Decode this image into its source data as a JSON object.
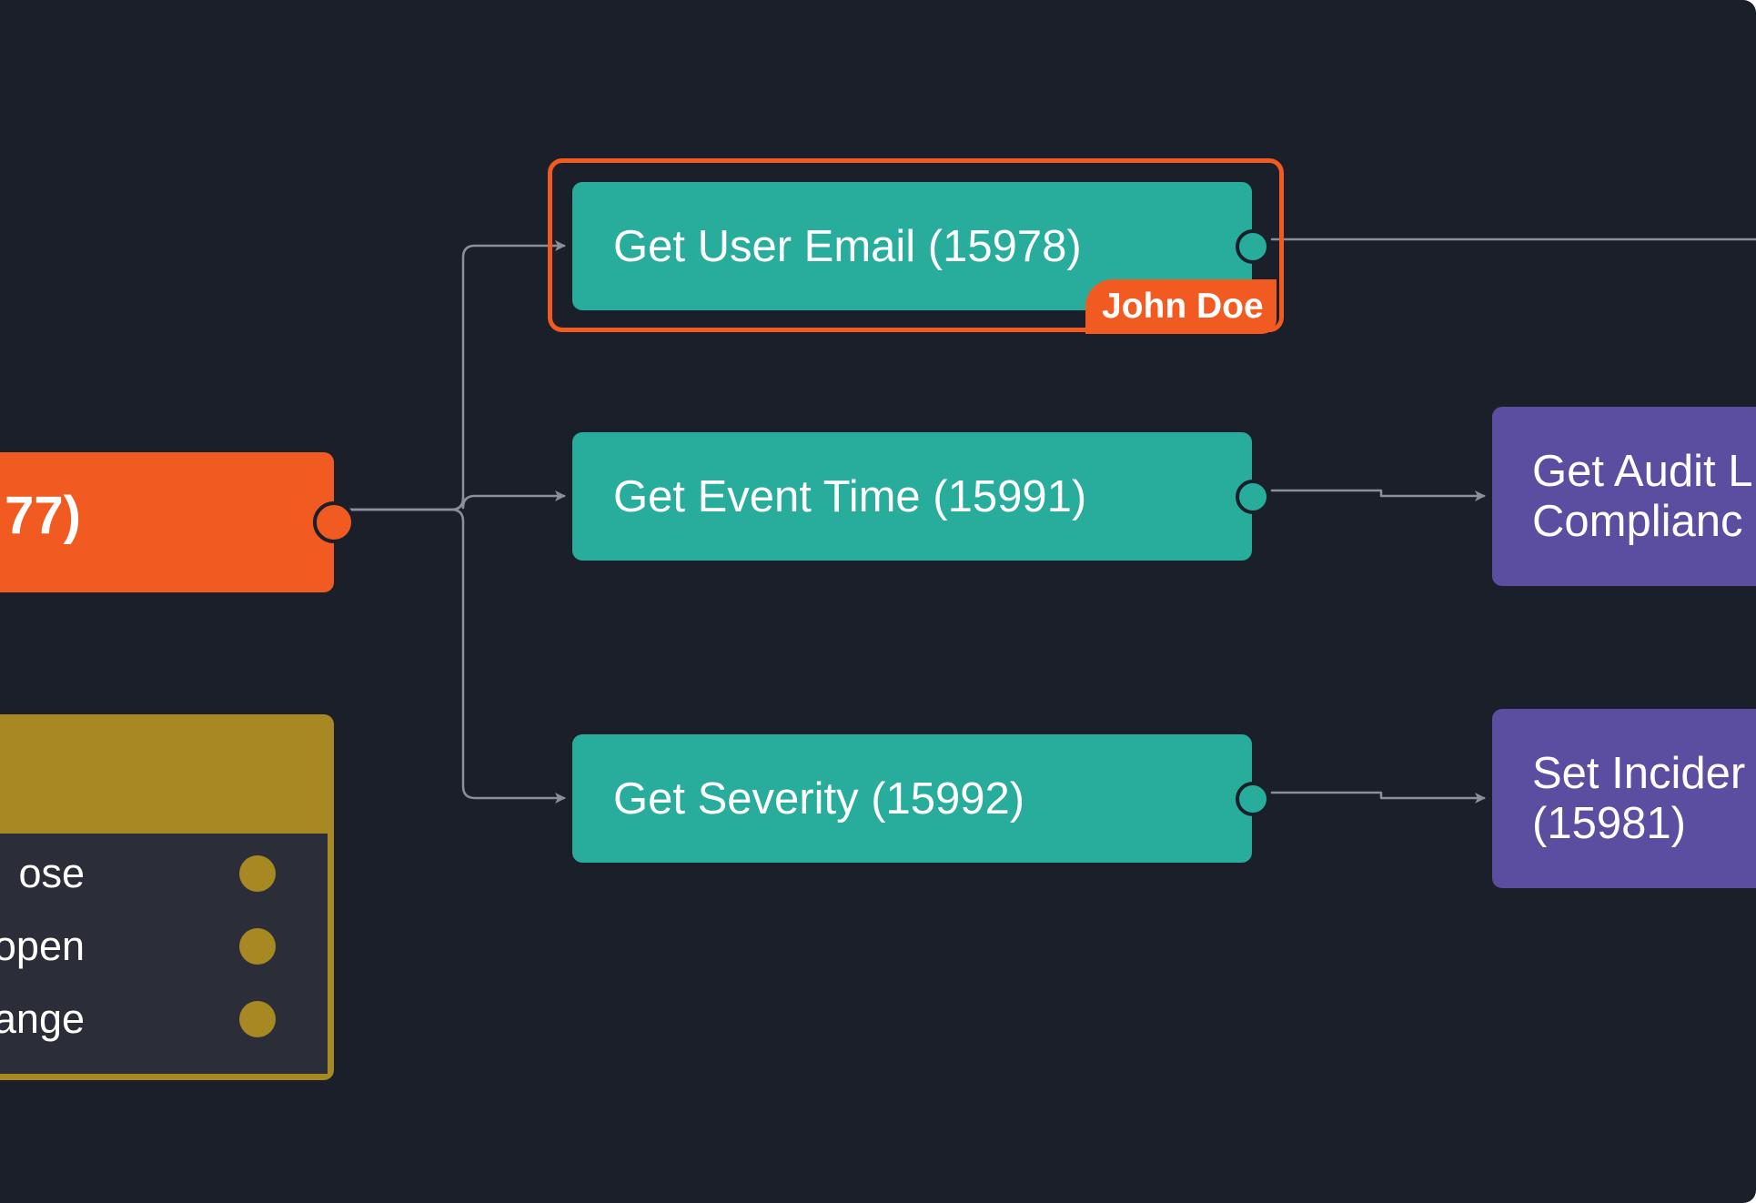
{
  "colors": {
    "canvas_bg": "#1b1f2a",
    "edge": "#8a9099",
    "teal_node": "#28ac9c",
    "purple_node": "#5b4ea0",
    "orange_node": "#f15b22",
    "gold_node": "#a88823",
    "selection": "#f15b22"
  },
  "trigger_node": {
    "label_fragment": "77)"
  },
  "decision_node": {
    "outputs": [
      {
        "label": "ose"
      },
      {
        "label": "open"
      },
      {
        "label": "ange"
      }
    ]
  },
  "action_nodes": [
    {
      "label": "Get User Email (15978)",
      "selected": true
    },
    {
      "label": "Get Event Time (15991)",
      "selected": false
    },
    {
      "label": "Get Severity (15992)",
      "selected": false
    }
  ],
  "selection": {
    "user": "John Doe"
  },
  "downstream_nodes": [
    {
      "line1": "Get Audit L",
      "line2": "Complianc"
    },
    {
      "line1": "Set Incider",
      "line2": "(15981)"
    }
  ]
}
